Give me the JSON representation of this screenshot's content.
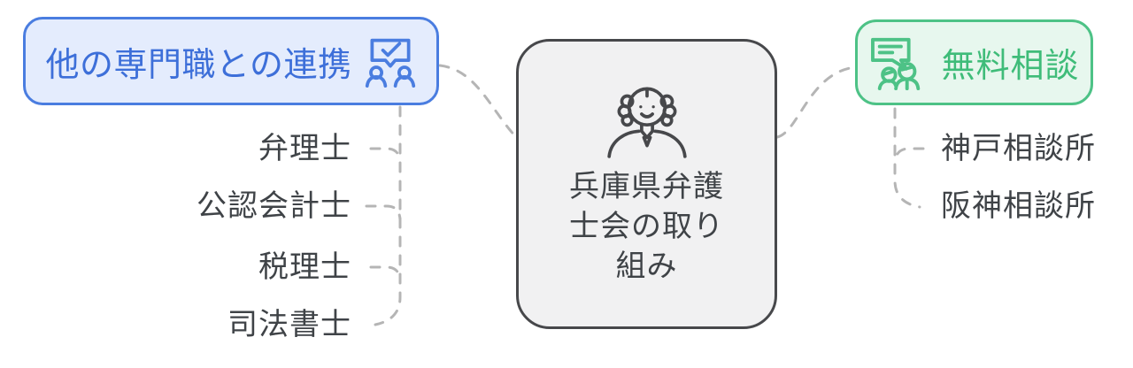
{
  "diagram": {
    "background": "#ffffff",
    "connector_color": "#b5b5b5",
    "center_node": {
      "title": "兵庫県弁護士会の取り組み",
      "title_lines": [
        "兵庫県弁護",
        "士会の取り",
        "組み"
      ],
      "icon": "lawyer-icon",
      "border_color": "#47484b",
      "fill_color": "#f1f1f2",
      "text_color": "#3f4347"
    },
    "left_branch": {
      "label": "他の専門職との連携",
      "icon": "meeting-check-icon",
      "border_color": "#4a7de0",
      "fill_color": "#e4ecfd",
      "text_color": "#3d6fd9",
      "items": [
        "弁理士",
        "公認会計士",
        "税理士",
        "司法書士"
      ]
    },
    "right_branch": {
      "label": "無料相談",
      "icon": "consultation-icon",
      "border_color": "#4dc286",
      "fill_color": "#e7f7ee",
      "text_color": "#3fbc79",
      "items": [
        "神戸相談所",
        "阪神相談所"
      ]
    }
  }
}
